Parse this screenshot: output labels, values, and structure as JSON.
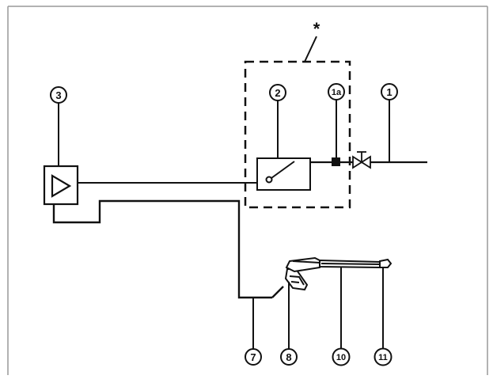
{
  "diagram": {
    "asterisk": "*",
    "callouts": {
      "c1": "1",
      "c1a": "1a",
      "c2": "2",
      "c3": "3",
      "c7": "7",
      "c8": "8",
      "c10": "10",
      "c11": "11"
    }
  }
}
